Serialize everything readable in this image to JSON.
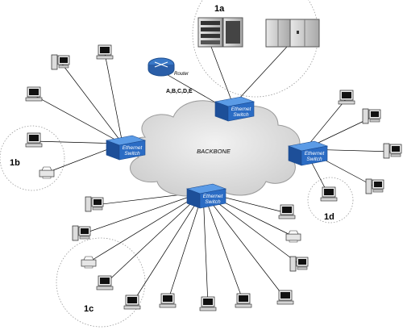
{
  "backbone": {
    "label": "BACKBONE"
  },
  "router": {
    "label": "Router",
    "link_label": "A,B,C,D,E"
  },
  "switch_label": {
    "line1": "Ethernet",
    "line2": "Switch"
  },
  "groups": {
    "a": "1a",
    "b": "1b",
    "c": "1c",
    "d": "1d"
  },
  "colors": {
    "switch": "#2b6cc4",
    "switch_top": "#5b9be6",
    "cloud": "#dcdcdc",
    "line": "#000000",
    "router": "#3a79c8"
  }
}
